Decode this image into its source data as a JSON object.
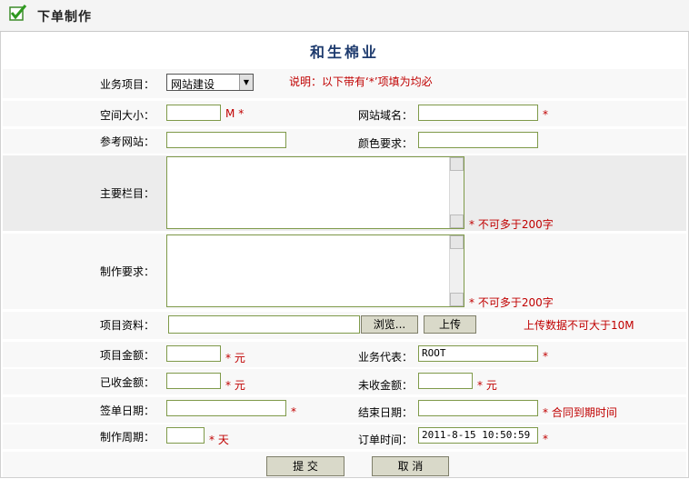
{
  "header": {
    "title": "下单制作",
    "icon": "check-icon"
  },
  "company": "和生棉业",
  "form": {
    "biz_item_label": "业务项目：",
    "biz_item_value": "网站建设",
    "note": "说明：以下带有‘*’项填为均必",
    "space_label": "空间大小：",
    "space_value": "",
    "space_unit": "M",
    "domain_label": "网站域名：",
    "domain_value": "",
    "ref_label": "参考网站：",
    "ref_value": "",
    "color_label": "颜色要求：",
    "color_value": "",
    "columns_label": "主要栏目：",
    "columns_hint": "不可多于200字",
    "req_label": "制作要求：",
    "req_hint": "不可多于200字",
    "material_label": "项目资料：",
    "browse_label": "浏览...",
    "upload_label": "上传",
    "upload_hint": "上传数据不可大于10M",
    "amount_label": "项目金额：",
    "amount_value": "",
    "yuan": "元",
    "rep_label": "业务代表：",
    "rep_value": "ROOT",
    "received_label": "已收金额：",
    "received_value": "",
    "unreceived_label": "未收金额：",
    "unreceived_value": "",
    "sign_label": "签单日期：",
    "sign_value": "",
    "end_label": "结束日期：",
    "end_value": "",
    "end_hint": "合同到期时间",
    "period_label": "制作周期：",
    "period_value": "",
    "day": "天",
    "order_label": "订单时间：",
    "order_value": "2011-8-15 10:50:59",
    "star": "*",
    "submit_label": "提 交",
    "cancel_label": "取 消"
  },
  "colors": {
    "accent": "#1e3b6e",
    "required": "#c00000",
    "border": "#7f9a4a"
  }
}
